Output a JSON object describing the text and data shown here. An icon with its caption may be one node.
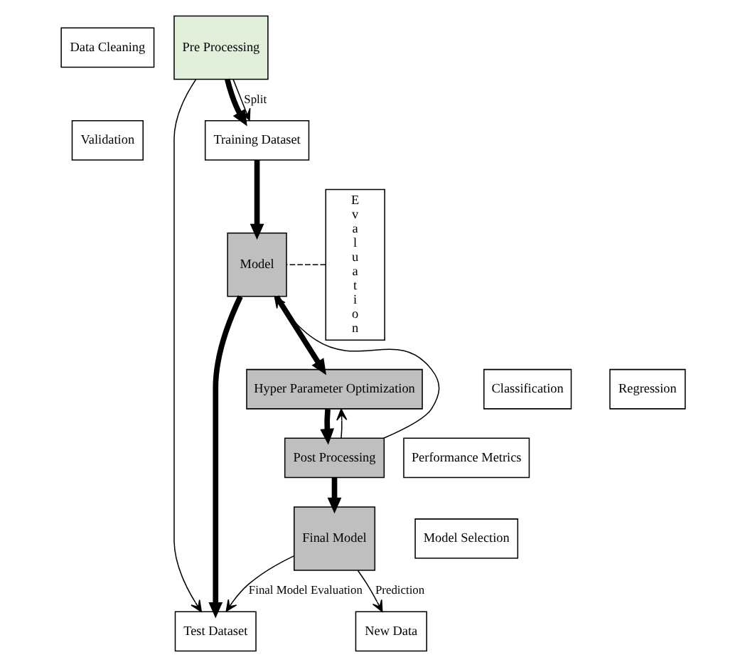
{
  "diagram": {
    "nodes": [
      {
        "text": [
          "Data Cleaning"
        ]
      },
      {
        "text": [
          "Validation"
        ]
      },
      {
        "text": [
          "Pre Processing"
        ]
      },
      {
        "text": [
          "Training Dataset"
        ]
      },
      {
        "text": [
          "Model"
        ]
      },
      {
        "text": [
          "Test Dataset"
        ]
      },
      {
        "text": [
          "New Data"
        ]
      },
      {
        "text": [
          "Evaluation"
        ]
      },
      {
        "text": [
          "Hyper Parameter Optimization"
        ]
      },
      {
        "text": [
          "Classification"
        ]
      },
      {
        "text": [
          "Regression"
        ]
      },
      {
        "text": [
          "Post Processing"
        ]
      },
      {
        "text": [
          "Performance Metrics"
        ]
      },
      {
        "text": [
          "Model Selection"
        ]
      },
      {
        "text": [
          "Final Model"
        ]
      }
    ],
    "edges": [
      {
        "from": 2,
        "to": 3,
        "arrow": "to",
        "style": "thick"
      },
      {
        "from": 2,
        "to": 3,
        "arrow": "to",
        "label": "Split"
      },
      {
        "from": 2,
        "to": 5,
        "arrow": "to"
      },
      {
        "from": 3,
        "to": 4,
        "arrow": "to",
        "style": "thick"
      },
      {
        "from": 7,
        "to": 4,
        "arrow": "none",
        "style": "dashed"
      },
      {
        "from": 4,
        "to": 5,
        "arrow": "to",
        "style": "thick"
      },
      {
        "from": 4,
        "to": 8,
        "arrow": "to",
        "style": "thick"
      },
      {
        "from": 11,
        "to": 4,
        "arrow": "to"
      },
      {
        "from": 11,
        "to": 8,
        "arrow": "to"
      },
      {
        "from": 8,
        "to": 11,
        "arrow": "to",
        "style": "thick"
      },
      {
        "from": 11,
        "to": 14,
        "arrow": "to",
        "style": "thick"
      },
      {
        "from": 14,
        "to": 5,
        "arrow": "to",
        "label": "Final Model Evaluation"
      },
      {
        "from": 14,
        "to": 6,
        "arrow": "to",
        "label": "Prediction"
      }
    ]
  }
}
